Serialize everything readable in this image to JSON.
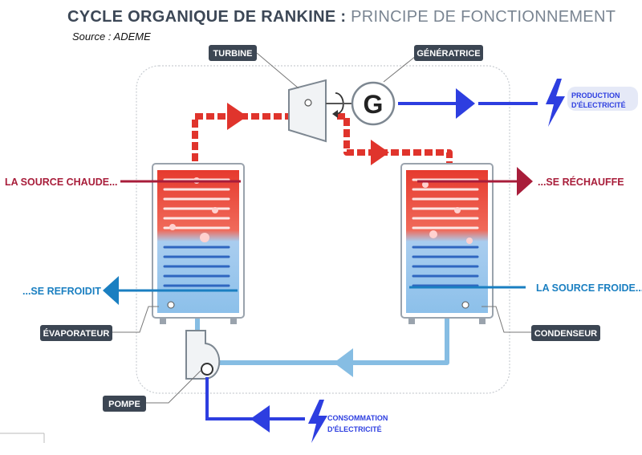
{
  "title": {
    "bold": "CYCLE ORGANIQUE DE RANKINE :",
    "light": "PRINCIPE DE FONCTIONNEMENT"
  },
  "source": "Source : ADEME",
  "tags": {
    "turbine": "TURBINE",
    "generatrice": "GÉNÉRATRICE",
    "evaporateur": "ÉVAPORATEUR",
    "condenseur": "CONDENSEUR",
    "pompe": "POMPE"
  },
  "side_labels": {
    "source_chaude": "LA SOURCE CHAUDE...",
    "se_rechauffe": "...SE RÉCHAUFFE",
    "se_refroidit": "...SE REFROIDIT",
    "source_froide": "LA SOURCE FROIDE..."
  },
  "generator_letter": "G",
  "electricity": {
    "production_line1": "PRODUCTION",
    "production_line2": "D'ÉLECTRICITÉ",
    "consumption_line1": "CONSOMMATION",
    "consumption_line2": "D'ÉLECTRICITÉ"
  },
  "colors": {
    "hot": "#e0342c",
    "dark_red": "#a81d3a",
    "cold": "#86bde3",
    "side_blue": "#1a7fc1",
    "electric": "#2d3ee0",
    "tag": "#3c4653"
  }
}
